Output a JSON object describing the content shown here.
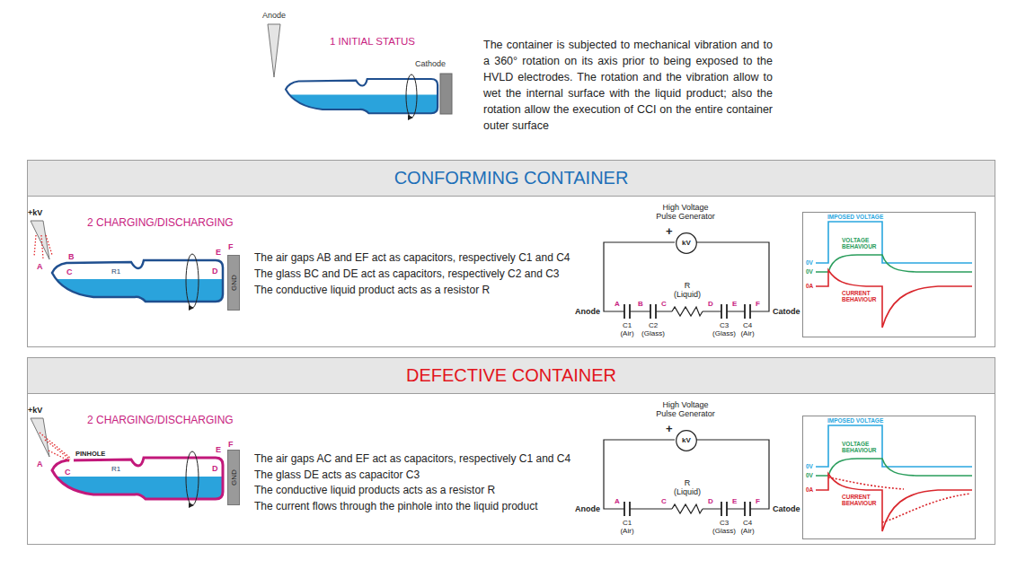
{
  "diagram": {
    "nodes": [
      {
        "text": [
          "CONFORMING CONTAINER",
          "The air gaps AB and EF act as capacitors, respectively C1 and C4",
          "The glass BC and DE act as capacitors, respectively C2 and C3",
          "The conductive liquid product acts as a resistor R"
        ]
      },
      {
        "text": [
          "GND"
        ],
        "in": 0
      },
      {
        "text": [
          "kV"
        ],
        "in": 0
      },
      {
        "text": [
          "IMPOSED VOLTAGE",
          "VOLTAGE BEHAVIOUR",
          "CURRENT BEHAVIOUR",
          "0V",
          "0V",
          "0A"
        ],
        "in": 0
      },
      {
        "text": [
          "DEFECTIVE CONTAINER",
          "The air gaps AC and EF act as capacitors, respectively C1 and C4",
          "The glass DE acts as capacitor C3",
          "The conductive liquid products acts as a resistor R",
          "The current flows through the pinhole into the liquid product"
        ]
      },
      {
        "text": [
          "GND"
        ],
        "in": 4
      },
      {
        "text": [
          "kV"
        ],
        "in": 4
      },
      {
        "text": [
          "IMPOSED VOLTAGE",
          "VOLTAGE BEHAVIOUR",
          "CURRENT BEHAVIOUR",
          "0V",
          "0V",
          "0A"
        ],
        "in": 4
      }
    ],
    "labels": [
      "Anode",
      "1 INITIAL STATUS",
      "Cathode",
      "The container is subjected to mechanical vibration and to a 360° rotation on its axis prior to being exposed to the HVLD electrodes. The rotation and the vibration allow to wet the internal surface with the liquid product; also the rotation allow the execution of CCI on the entire container outer surface",
      "+kV",
      "2 CHARGING/DISCHARGING",
      "A",
      "B",
      "C",
      "R1",
      "D",
      "E",
      "F",
      "High Voltage Pulse Generator",
      "+",
      "A",
      "B",
      "C",
      "R (Liquid)",
      "D",
      "E",
      "F",
      "Anode",
      "C1 (Air)",
      "C2 (Glass)",
      "C3 (Glass)",
      "C4 (Air)",
      "Catode",
      "+kV",
      "2 CHARGING/DISCHARGING",
      "PINHOLE",
      "A",
      "C",
      "R1",
      "D",
      "E",
      "F",
      "High Voltage Pulse Generator",
      "+",
      "A",
      "C",
      "R (Liquid)",
      "D",
      "E",
      "F",
      "Anode",
      "C1 (Air)",
      "C3 (Glass)",
      "C4 (Air)",
      "Catode"
    ]
  }
}
